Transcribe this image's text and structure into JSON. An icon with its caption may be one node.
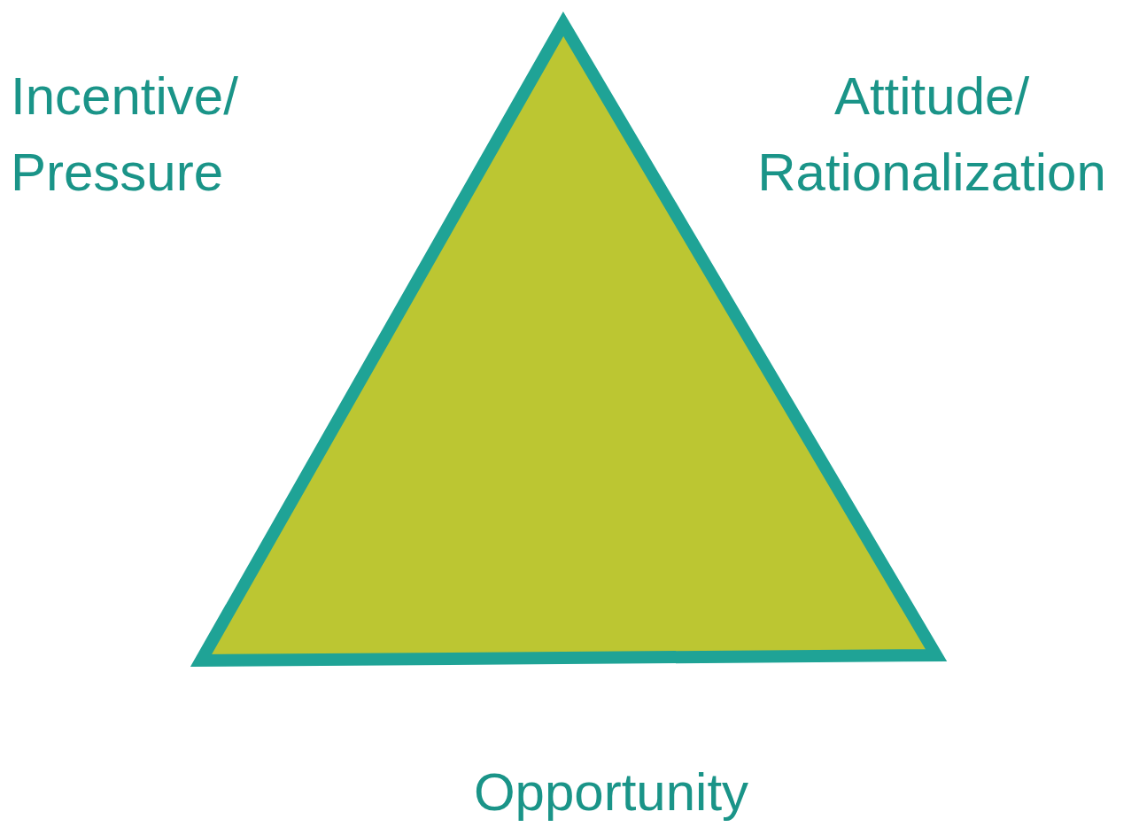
{
  "diagram": {
    "labels": [
      "Incentive/ Pressure",
      "Attitude/ Rationalization",
      "Opportunity"
    ]
  }
}
